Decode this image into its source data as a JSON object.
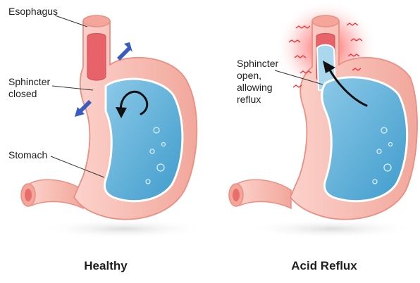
{
  "panels": {
    "healthy": {
      "caption": "Healthy",
      "labels": {
        "esophagus": "Esophagus",
        "sphincter": "Sphincter\nclosed",
        "stomach": "Stomach"
      }
    },
    "reflux": {
      "caption": "Acid Reflux",
      "labels": {
        "sphincter": "Sphincter\nopen,\nallowing\nreflux"
      }
    }
  },
  "colors": {
    "stomach_wall": "#f7b7ad",
    "stomach_outline": "#e98f83",
    "lumen": "#e8626a",
    "acid": "#5aaed6",
    "acid_light": "#a9d8ee",
    "arrow_blue": "#3a5bbf",
    "arrow_black": "#111111",
    "inflammation": "#ff2a2a"
  },
  "icons": {
    "closing_pressure": "diagonal-arrow-icon",
    "acid_swirl": "curved-arrow-icon",
    "reflux_flow": "upward-curved-arrow-icon",
    "irritation": "zigzag-heat-icon"
  }
}
